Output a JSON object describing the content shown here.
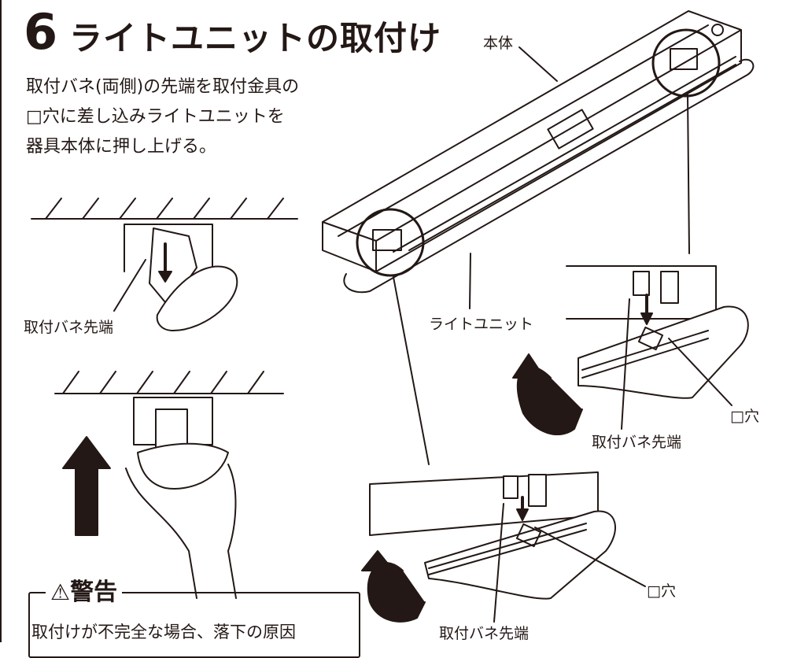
{
  "step": {
    "number": "6",
    "title": "ライトユニットの取付け"
  },
  "instruction": "取付バネ(両側)の先端を取付金具の\n□穴に差し込みライトユニットを\n器具本体に押し上げる。",
  "labels": {
    "body": "本体",
    "light_unit": "ライトユニット",
    "spring_tip_left": "取付バネ先端",
    "spring_tip_right": "取付バネ先端",
    "spring_tip_bottom": "取付バネ先端",
    "hole_right": "□穴",
    "hole_bottom": "□穴"
  },
  "warning": {
    "icon": "warning-triangle-icon",
    "heading": "警告",
    "text": "取付けが不完全な場合、落下の原因"
  },
  "colors": {
    "ink": "#231815",
    "paper": "#ffffff"
  }
}
